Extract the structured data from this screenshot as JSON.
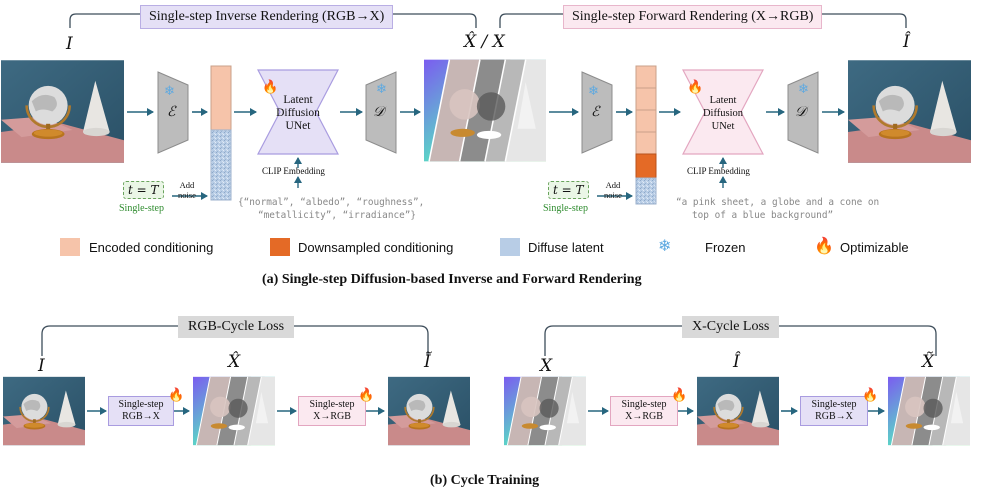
{
  "inverse_title": "Single-step Inverse Rendering (RGB→X)",
  "forward_title": "Single-step Forward Rendering (X→RGB)",
  "labels": {
    "I": "I",
    "X_hat_over_X": "X̂ / X",
    "I_hat": "Î",
    "encoder": "ℰ",
    "decoder": "𝒟"
  },
  "unet_label": "Latent\nDiffusion\nUNet",
  "clip_label": "CLIP Embedding",
  "t_eq_T": "t = T",
  "single_step": "Single-step",
  "add_noise": "Add\nnoise",
  "inverse_prompt_line1": "{“normal”, “albedo”, “roughness”,",
  "inverse_prompt_line2": "“metallicity”, “irradiance”}",
  "forward_prompt_line1": "“a pink sheet, a globe and a cone on",
  "forward_prompt_line2": "top of a blue background”",
  "legend": {
    "encoded": "Encoded conditioning",
    "downsampled": "Downsampled conditioning",
    "diffuse": "Diffuse latent",
    "frozen": "Frozen",
    "optimizable": "Optimizable"
  },
  "caption_a": "(a) Single-step Diffusion-based Inverse and Forward Rendering",
  "rgb_cycle_title": "RGB-Cycle Loss",
  "x_cycle_title": "X-Cycle Loss",
  "cycle_labels": {
    "I": "I",
    "X_hat": "X̂",
    "I_tilde": "Ĩ",
    "X": "X",
    "I_hat": "Î",
    "X_tilde": "X̃"
  },
  "step_rgb_to_x": "Single-step\nRGB→X",
  "step_x_to_rgb": "Single-step\nX→RGB",
  "caption_b": "(b) Cycle Training",
  "colors": {
    "encoded": "#f6c4aa",
    "downsampled": "#e46a26",
    "diffuse": "#b8cde6",
    "arrow": "#27667f",
    "inverse_bg": "#e5e0f6",
    "forward_bg": "#fbe9f0"
  },
  "icons": [
    "snowflake-icon",
    "fire-icon"
  ]
}
